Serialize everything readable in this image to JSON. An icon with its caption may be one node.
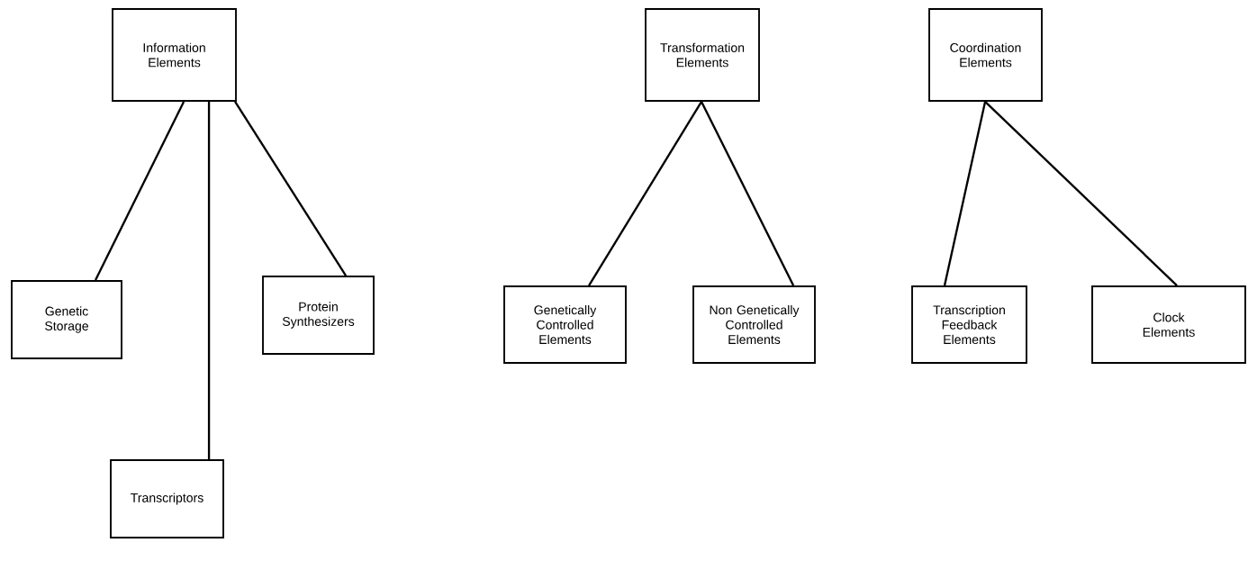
{
  "diagram": {
    "nodes": [
      {
        "text": [
          "Information Elements"
        ]
      },
      {
        "text": [
          "Genetic Storage"
        ]
      },
      {
        "text": [
          "Transcriptors"
        ]
      },
      {
        "text": [
          "Protein Synthesizers"
        ]
      },
      {
        "text": [
          "Transformation Elements"
        ]
      },
      {
        "text": [
          "Genetically Controlled Elements"
        ]
      },
      {
        "text": [
          "Non Genetically Controlled Elements"
        ]
      },
      {
        "text": [
          "Coordination Elements"
        ]
      },
      {
        "text": [
          "Transcription Feedback Elements"
        ]
      },
      {
        "text": [
          "Clock Elements"
        ]
      }
    ],
    "edges": [
      {
        "from": 0,
        "to": 1,
        "arrow": "none"
      },
      {
        "from": 0,
        "to": 2,
        "arrow": "none"
      },
      {
        "from": 0,
        "to": 3,
        "arrow": "none"
      },
      {
        "from": 4,
        "to": 5,
        "arrow": "none"
      },
      {
        "from": 4,
        "to": 6,
        "arrow": "none"
      },
      {
        "from": 7,
        "to": 8,
        "arrow": "none"
      },
      {
        "from": 7,
        "to": 9,
        "arrow": "none"
      }
    ]
  }
}
